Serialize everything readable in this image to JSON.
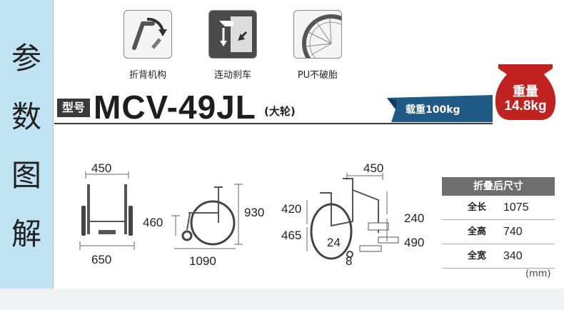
{
  "sidebar": {
    "chars": [
      "参",
      "数",
      "图",
      "解"
    ]
  },
  "features": [
    {
      "label": "折背机构",
      "icon": "folding-back-icon"
    },
    {
      "label": "连动刹车",
      "icon": "linked-brake-icon"
    },
    {
      "label": "PU不破胎",
      "icon": "puncture-proof-tire-icon"
    }
  ],
  "model": {
    "badge": "型号",
    "name": "MCV-49JL",
    "sub": "(大轮)"
  },
  "load": {
    "label": "载重100kg"
  },
  "weight": {
    "title": "重量",
    "value": "14.8kg"
  },
  "dims": {
    "front_top": "450",
    "front_bottom": "650",
    "side_seat": "460",
    "side_height": "930",
    "side_length": "1090",
    "iso_top": "450",
    "iso_420": "420",
    "iso_465": "465",
    "iso_240": "240",
    "iso_490": "490",
    "iso_24": "24",
    "iso_8": "8"
  },
  "folded": {
    "title": "折叠后尺寸",
    "rows": [
      {
        "key": "全长",
        "value": "1075"
      },
      {
        "key": "全高",
        "value": "740"
      },
      {
        "key": "全宽",
        "value": "340"
      }
    ]
  },
  "unit": "(mm)",
  "colors": {
    "sidebar_bg": "#bfe3f3",
    "load_banner": "#1f5a86",
    "weight_red": "#c0221f",
    "table_head": "#6e6e6e"
  }
}
